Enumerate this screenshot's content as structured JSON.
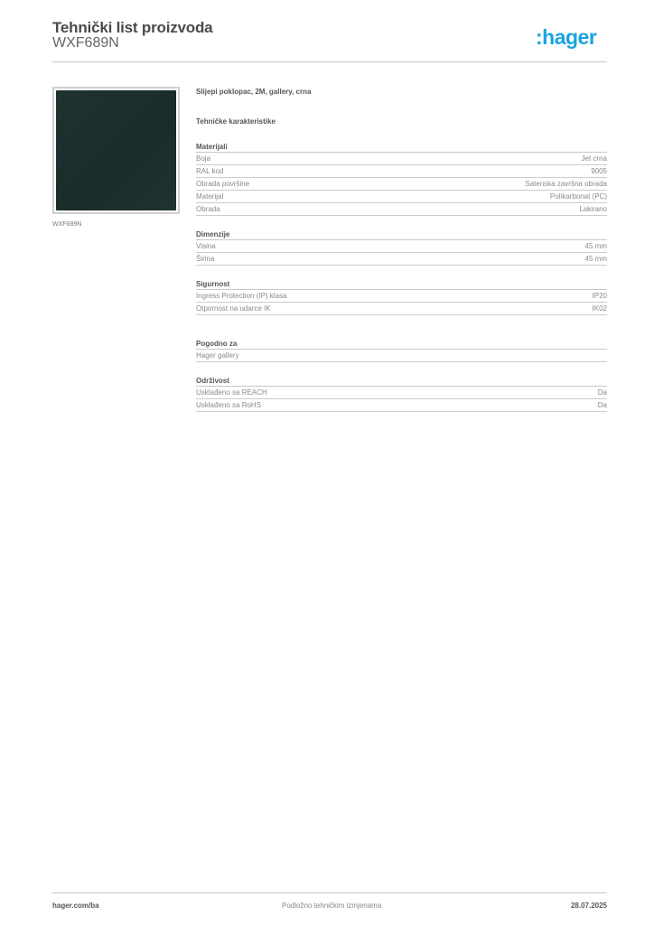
{
  "header": {
    "title": "Tehnički list proizvoda",
    "product_code": "WXF689N",
    "logo": ":hager",
    "brand_color": "#1aa3e0"
  },
  "image": {
    "caption": "WXF689N",
    "swatch_color": "#1f3230"
  },
  "product": {
    "description": "Slijepi poklopac, 2M, gallery, crna",
    "tech_title": "Tehničke karakteristike"
  },
  "sections": [
    {
      "title": "Materijali",
      "rows": [
        {
          "label": "Boja",
          "value": "Jet crna"
        },
        {
          "label": "RAL kod",
          "value": "9005"
        },
        {
          "label": "Obrada površine",
          "value": "Satenska završna obrada"
        },
        {
          "label": "Materijal",
          "value": "Polikarbonat (PC)"
        },
        {
          "label": "Obrada",
          "value": "Lakirano"
        }
      ]
    },
    {
      "title": "Dimenzije",
      "rows": [
        {
          "label": "Visina",
          "value": "45 mm"
        },
        {
          "label": "Širina",
          "value": "45 mm"
        }
      ]
    },
    {
      "title": "Sigurnost",
      "rows": [
        {
          "label": "Ingress Protection (IP) klasa",
          "value": "IP20"
        },
        {
          "label": "Otpornost na udarce IK",
          "value": "IK02"
        }
      ]
    },
    {
      "title": "Pogodno za",
      "rows": [
        {
          "label": "Hager gallery",
          "value": ""
        }
      ]
    },
    {
      "title": "Održivost",
      "rows": [
        {
          "label": "Usklađeno sa REACH",
          "value": "Da"
        },
        {
          "label": "Usklađeno sa RoHS",
          "value": "Da"
        }
      ]
    }
  ],
  "footer": {
    "website": "hager.com/ba",
    "notice": "Podložno tehničkim izmjenama",
    "date": "28.07.2025"
  }
}
